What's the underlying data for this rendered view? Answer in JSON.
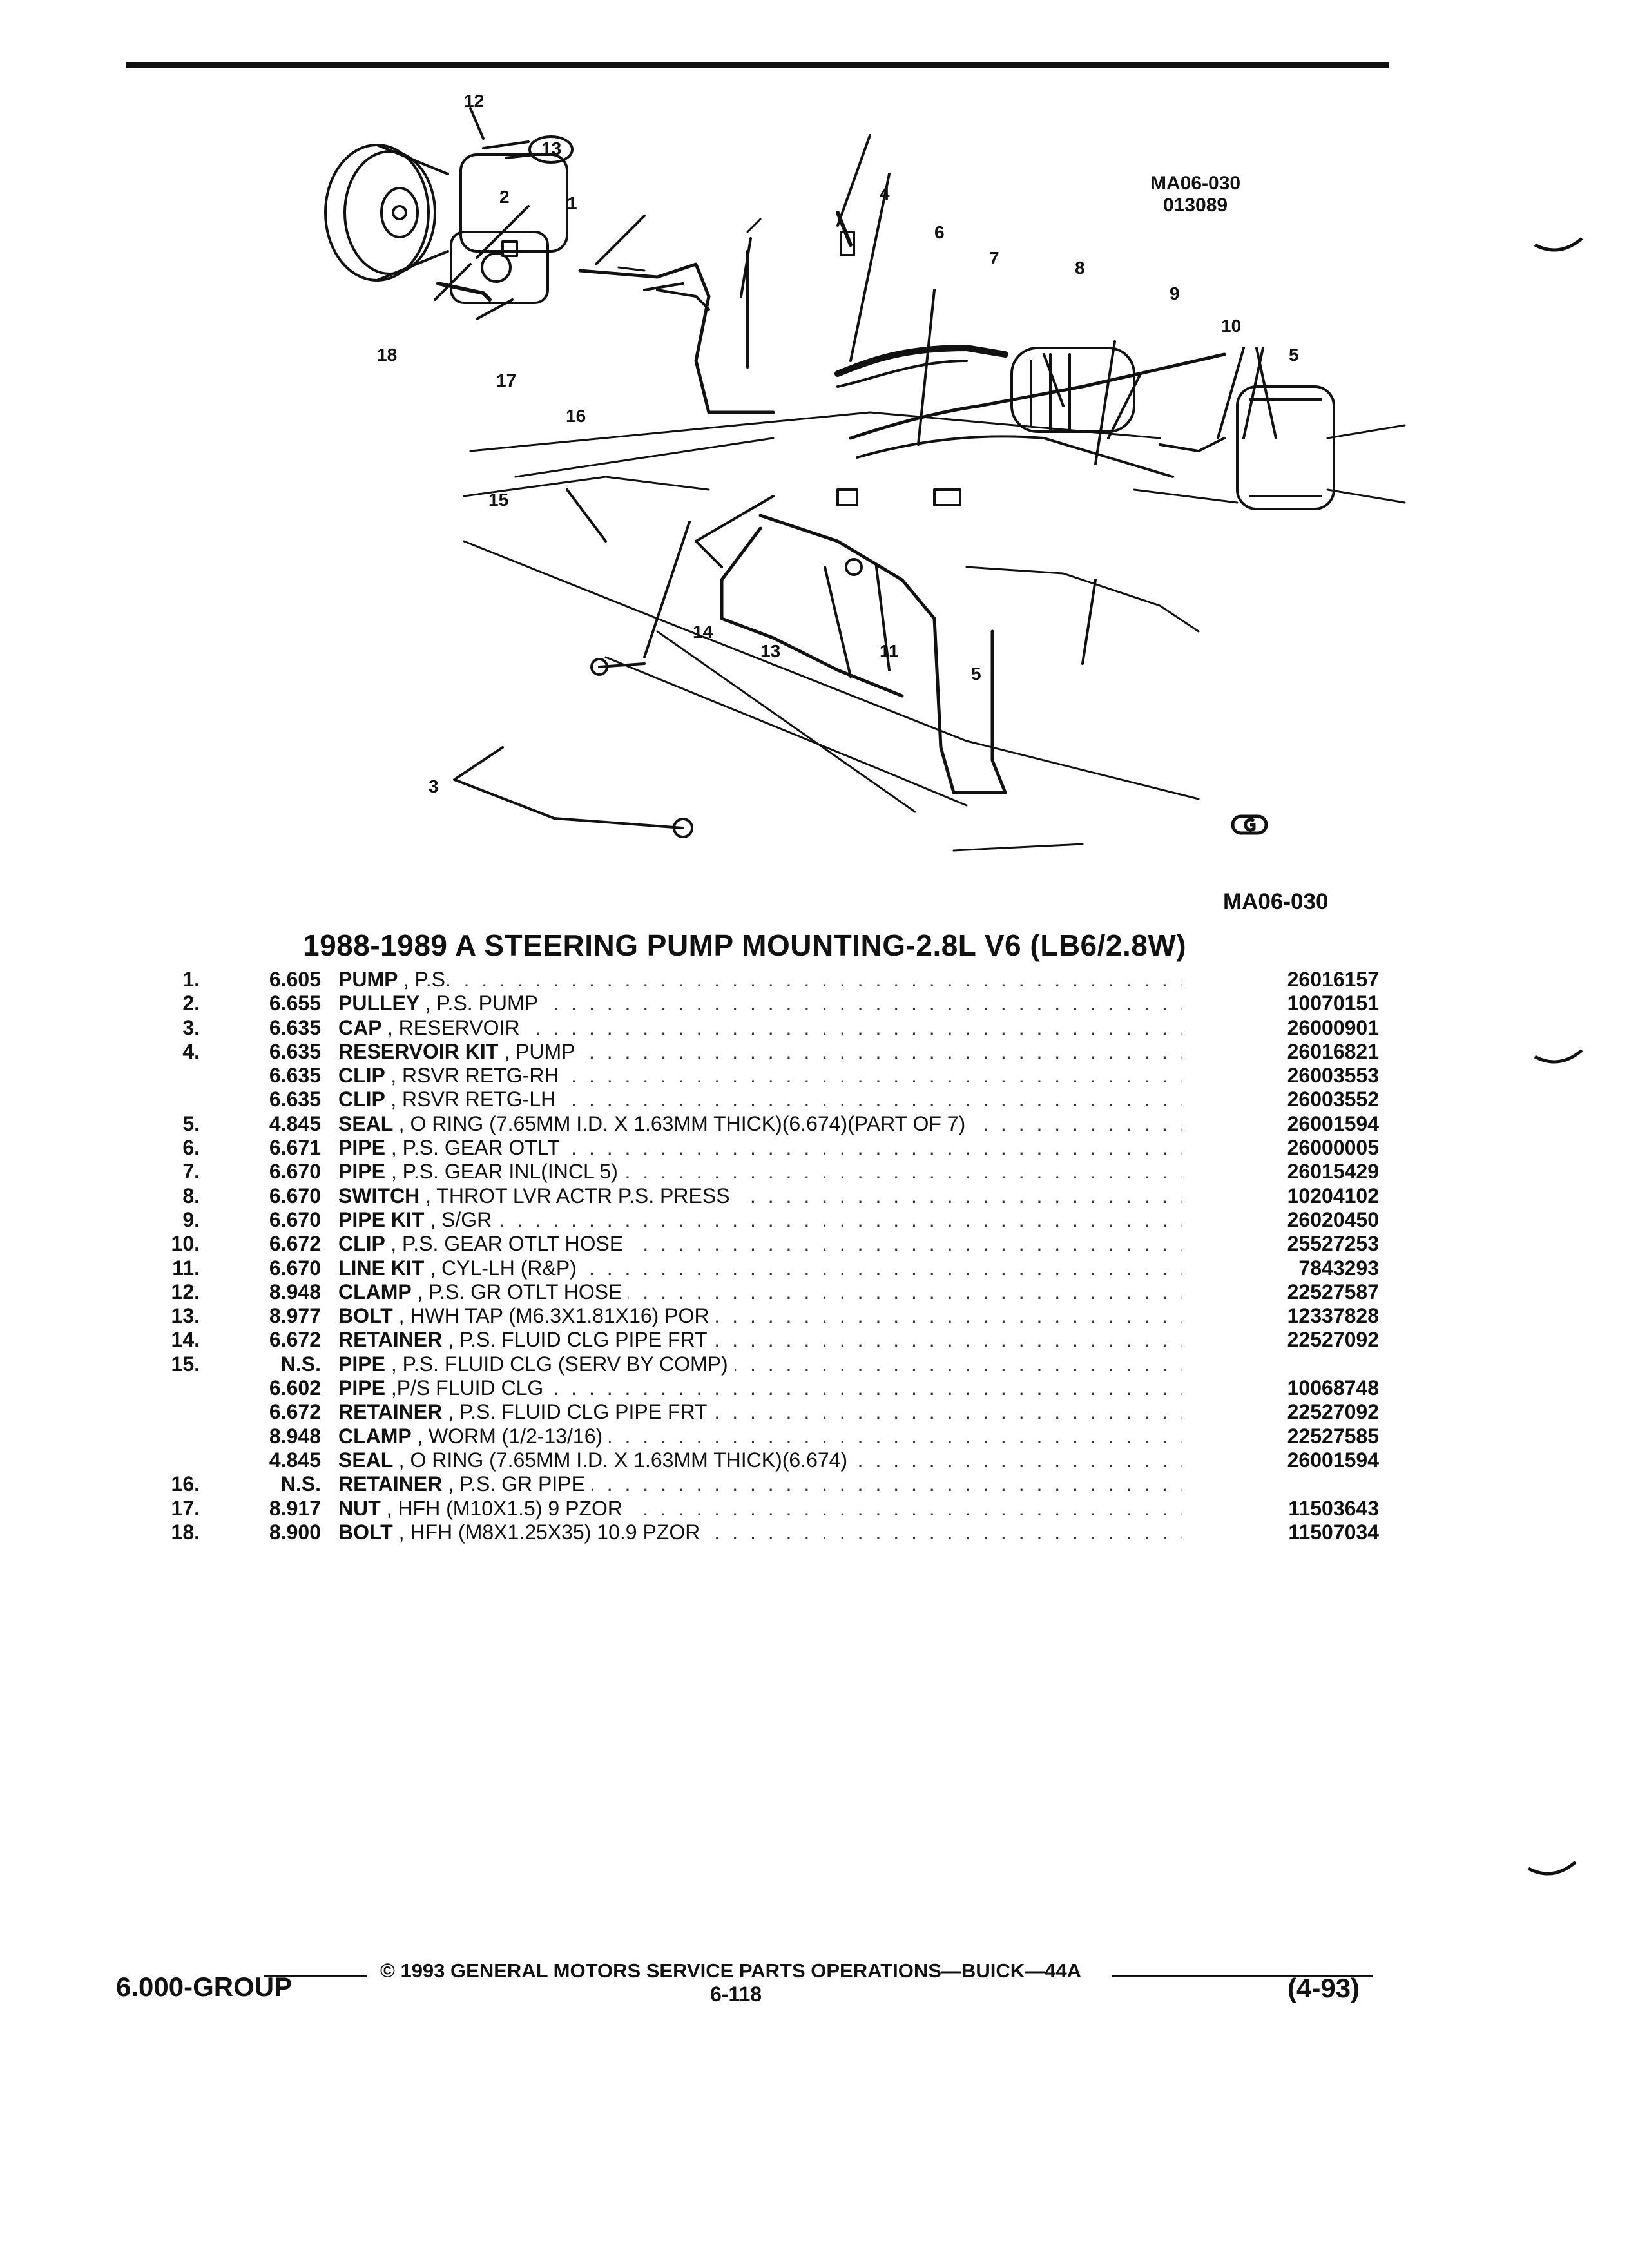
{
  "diagram": {
    "id_line1": "MA06-030",
    "id_line2": "013089",
    "callouts": [
      "1",
      "2",
      "3",
      "4",
      "5",
      "5",
      "6",
      "7",
      "8",
      "9",
      "10",
      "11",
      "12",
      "13",
      "13",
      "14",
      "15",
      "16",
      "17",
      "18"
    ],
    "figure_code": "MA06-030"
  },
  "title": "1988-1989 A STEERING PUMP MOUNTING-2.8L V6 (LB6/2.8W)",
  "parts": [
    {
      "num": "1.",
      "group": "6.605",
      "name": "PUMP",
      "spec": ", P.S.",
      "part": "26016157"
    },
    {
      "num": "2.",
      "group": "6.655",
      "name": "PULLEY",
      "spec": ", P.S. PUMP",
      "part": "10070151"
    },
    {
      "num": "3.",
      "group": "6.635",
      "name": "CAP",
      "spec": ", RESERVOIR",
      "part": "26000901"
    },
    {
      "num": "4.",
      "group": "6.635",
      "name": "RESERVOIR KIT",
      "spec": ", PUMP",
      "part": "26016821"
    },
    {
      "num": "",
      "group": "6.635",
      "name": "CLIP",
      "spec": ", RSVR RETG-RH",
      "part": "26003553"
    },
    {
      "num": "",
      "group": "6.635",
      "name": "CLIP",
      "spec": ", RSVR RETG-LH",
      "part": "26003552"
    },
    {
      "num": "5.",
      "group": "4.845",
      "name": "SEAL",
      "spec": ", O RING (7.65MM I.D. X 1.63MM THICK)(6.674)(PART OF 7)",
      "part": "26001594"
    },
    {
      "num": "6.",
      "group": "6.671",
      "name": "PIPE",
      "spec": ", P.S. GEAR OTLT",
      "part": "26000005"
    },
    {
      "num": "7.",
      "group": "6.670",
      "name": "PIPE",
      "spec": ", P.S. GEAR INL(INCL 5)",
      "part": "26015429"
    },
    {
      "num": "8.",
      "group": "6.670",
      "name": "SWITCH",
      "spec": ", THROT LVR ACTR P.S. PRESS",
      "part": "10204102"
    },
    {
      "num": "9.",
      "group": "6.670",
      "name": "PIPE KIT",
      "spec": ", S/GR",
      "part": "26020450"
    },
    {
      "num": "10.",
      "group": "6.672",
      "name": "CLIP",
      "spec": ", P.S. GEAR OTLT HOSE",
      "part": "25527253"
    },
    {
      "num": "11.",
      "group": "6.670",
      "name": "LINE KIT",
      "spec": ", CYL-LH (R&P)",
      "part": "7843293"
    },
    {
      "num": "12.",
      "group": "8.948",
      "name": "CLAMP",
      "spec": ", P.S. GR OTLT HOSE",
      "part": "22527587"
    },
    {
      "num": "13.",
      "group": "8.977",
      "name": "BOLT",
      "spec": ", HWH TAP (M6.3X1.81X16) POR",
      "part": "12337828"
    },
    {
      "num": "14.",
      "group": "6.672",
      "name": "RETAINER",
      "spec": ", P.S. FLUID CLG PIPE FRT",
      "part": "22527092"
    },
    {
      "num": "15.",
      "group": "N.S.",
      "name": "PIPE",
      "spec": ", P.S. FLUID CLG (SERV BY COMP)",
      "part": ""
    },
    {
      "num": "",
      "group": "6.602",
      "name": "PIPE",
      "spec": ",P/S FLUID CLG",
      "part": "10068748"
    },
    {
      "num": "",
      "group": "6.672",
      "name": "RETAINER",
      "spec": ", P.S. FLUID CLG PIPE FRT",
      "part": "22527092"
    },
    {
      "num": "",
      "group": "8.948",
      "name": "CLAMP",
      "spec": ", WORM (1/2-13/16)",
      "part": "22527585"
    },
    {
      "num": "",
      "group": "4.845",
      "name": "SEAL",
      "spec": ", O RING (7.65MM I.D. X 1.63MM THICK)(6.674)",
      "part": "26001594"
    },
    {
      "num": "16.",
      "group": "N.S.",
      "name": "RETAINER",
      "spec": ", P.S. GR PIPE",
      "part": ""
    },
    {
      "num": "17.",
      "group": "8.917",
      "name": "NUT",
      "spec": ", HFH (M10X1.5) 9 PZOR",
      "part": "11503643"
    },
    {
      "num": "18.",
      "group": "8.900",
      "name": "BOLT",
      "spec": ", HFH (M8X1.25X35) 10.9 PZOR",
      "part": "11507034"
    }
  ],
  "footer": {
    "copyright": "© 1993 GENERAL MOTORS SERVICE PARTS OPERATIONS—BUICK—44A",
    "group": "6.000-GROUP",
    "page": "6-118",
    "date": "(4-93)"
  }
}
